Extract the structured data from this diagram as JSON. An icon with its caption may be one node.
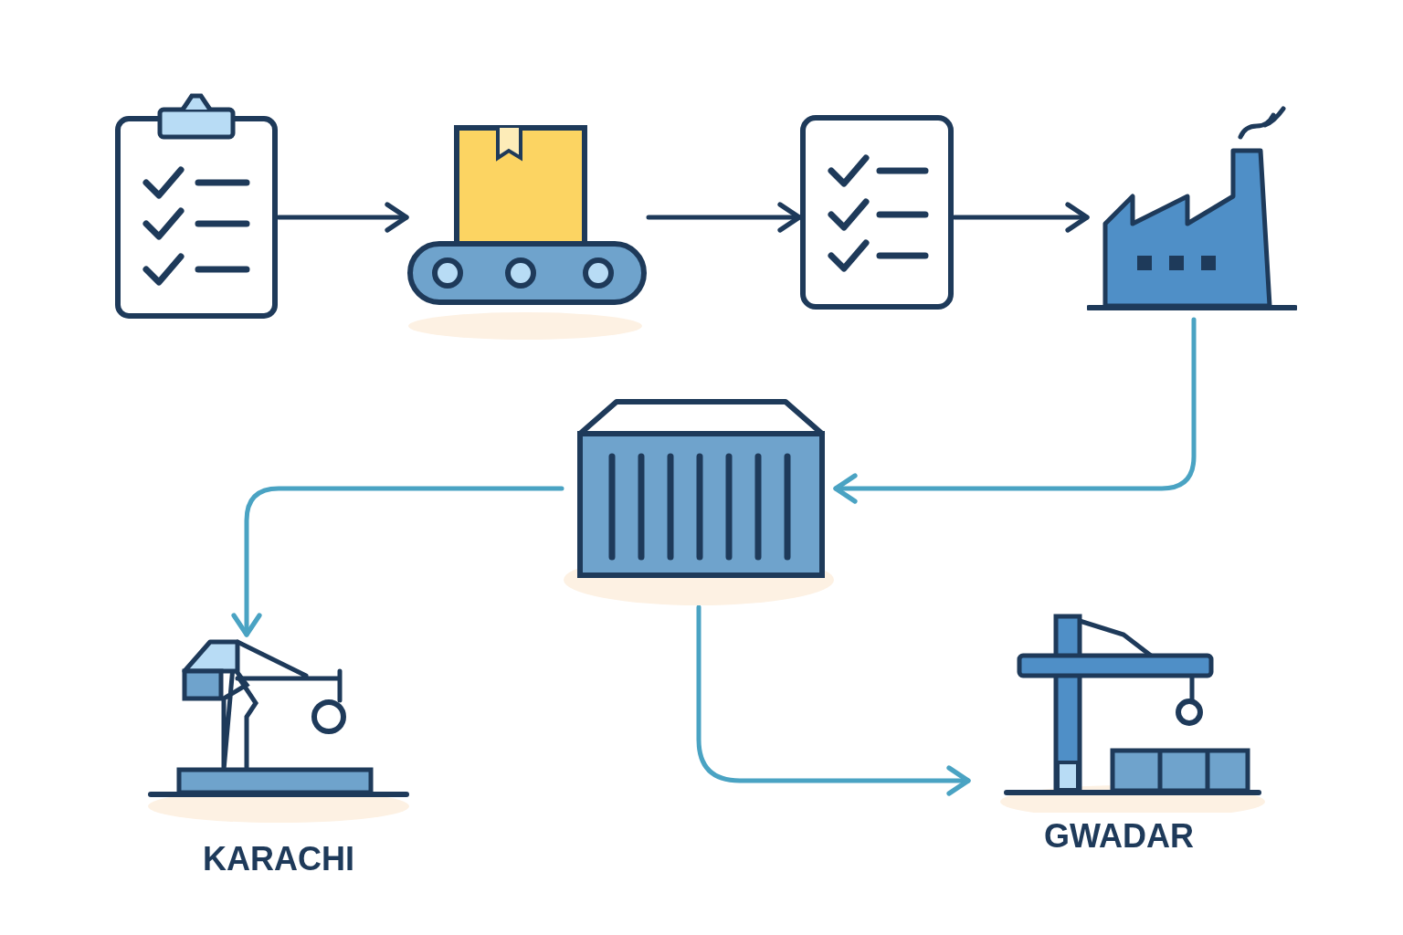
{
  "diagram": {
    "nodes": [
      {
        "text": [],
        "shape": "picture"
      },
      {
        "text": [],
        "shape": "picture"
      },
      {
        "text": [],
        "shape": "picture"
      },
      {
        "text": [],
        "shape": "picture"
      },
      {
        "text": [],
        "shape": "picture"
      },
      {
        "text": [
          "KARACHI"
        ]
      },
      {
        "text": [
          "GWADAR"
        ]
      }
    ],
    "edges": [
      {
        "from": 0,
        "to": 1,
        "arrow": "to"
      },
      {
        "from": 1,
        "to": 2,
        "arrow": "to"
      },
      {
        "from": 2,
        "to": 3,
        "arrow": "to"
      },
      {
        "from": 3,
        "to": 4,
        "arrow": "to",
        "color": "#4aa3c3"
      },
      {
        "from": 4,
        "to": 5,
        "arrow": "to",
        "color": "#4aa3c3"
      },
      {
        "from": 4,
        "to": 6,
        "arrow": "to",
        "color": "#4aa3c3"
      }
    ]
  }
}
